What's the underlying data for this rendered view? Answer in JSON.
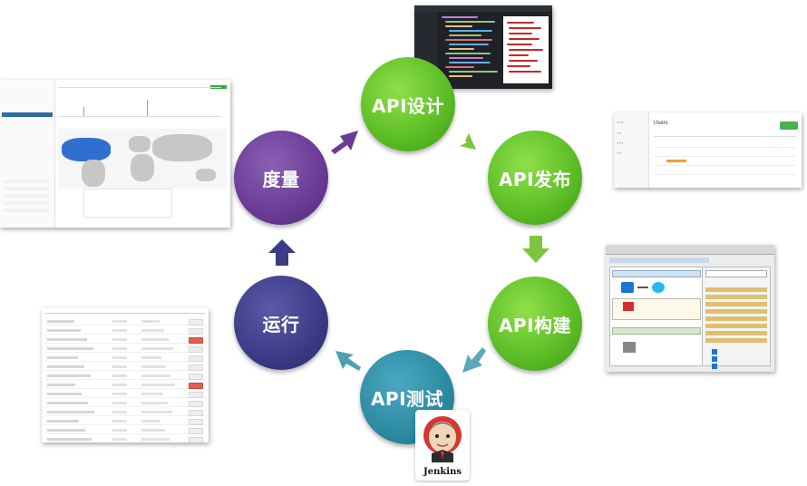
{
  "lifecycle": {
    "stages": [
      {
        "id": "design",
        "label": "API设计",
        "color": "#5fbf27"
      },
      {
        "id": "publish",
        "label": "API发布",
        "color": "#5fbf27"
      },
      {
        "id": "build",
        "label": "API构建",
        "color": "#5fbf27"
      },
      {
        "id": "test",
        "label": "API测试",
        "color": "#2c8aa3"
      },
      {
        "id": "run",
        "label": "运行",
        "color": "#3b3b86"
      },
      {
        "id": "measure",
        "label": "度量",
        "color": "#6a3b95"
      }
    ],
    "arrow_colors": {
      "design_to_publish": "#7ec43c",
      "publish_to_build": "#7ec43c",
      "build_to_test": "#5fa8b8",
      "test_to_run": "#4f9fb0",
      "run_to_measure": "#3b3b86",
      "measure_to_design": "#6a3b95"
    }
  },
  "thumbnails": {
    "users_portal": {
      "title": "Users"
    },
    "jenkins": {
      "label": "Jenkins"
    }
  }
}
